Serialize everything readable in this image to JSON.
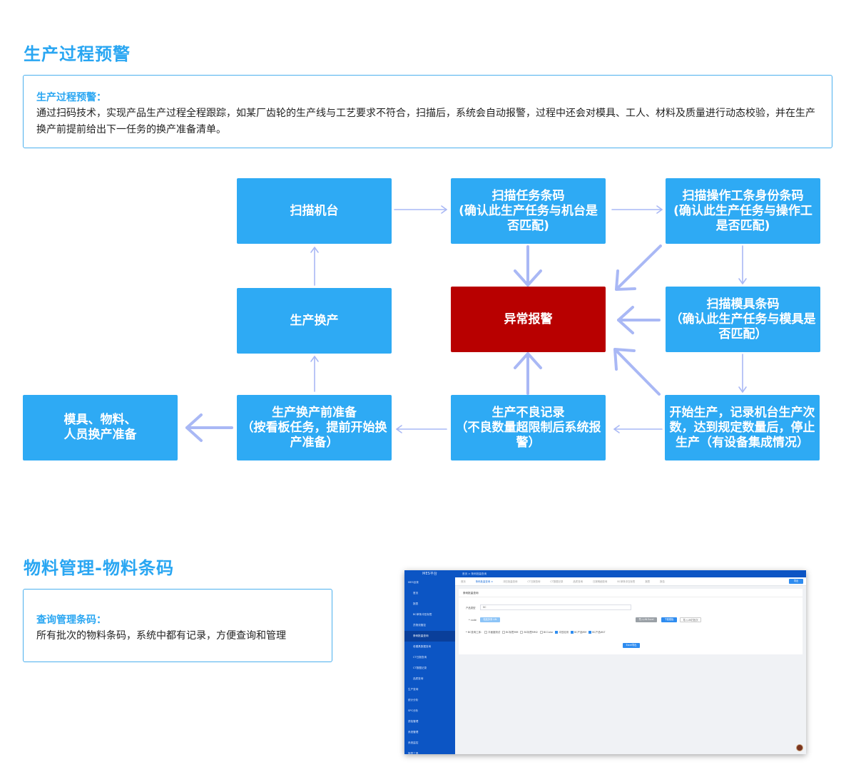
{
  "section1": {
    "title": "生产过程预警",
    "box_heading": "生产过程预警：",
    "box_text": "通过扫码技术，实现产品生产过程全程跟踪，如某厂齿轮的生产线与工艺要求不符合，扫描后，系统会自动报警，过程中还会对模具、工人、材料及质量进行动态校验，并在生产换产前提前给出下一任务的换产准备清单。"
  },
  "flow": {
    "scan_machine": "扫描机台",
    "scan_task": "扫描任务条码\n(确认此生产任务与机台是否匹配)",
    "scan_worker": "扫描操作工条身份条码\n(确认此生产任务与操作工是否匹配)",
    "alarm": "异常报警",
    "scan_mold": "扫描模具条码\n（确认此生产任务与模具是否匹配）",
    "changeover": "生产换产",
    "prep": "生产换产前准备\n（按看板任务，提前开始换产准备）",
    "defect": "生产不良记录\n（不良数量超限制后系统报警）",
    "start": "开始生产，记录机台生产次数，达到规定数量后，停止生产（有设备集成情况）",
    "mold_material": "模具、物料、\n人员换产准备",
    "colors": {
      "node": "#2eaaf4",
      "alarm": "#b80000",
      "arrow": "#a9b8f5"
    }
  },
  "section2": {
    "title": "物料管理-物料条码",
    "box_heading": "查询管理条码：",
    "box_text": "所有批次的物料条码，系统中都有记录，方便查询和管理"
  },
  "mes": {
    "logo": "MES平台",
    "side_items": [
      "MES目录",
      "首页",
      "报表",
      "BC单条冲压标签",
      "员物流管控",
      "条码批量查询",
      "老模具数据查询",
      "CT日报查询",
      "CT数据记录",
      "品质查询",
      "生产查询",
      "统计分析",
      "SPC分析",
      "质检管理",
      "系统管理",
      "系统监控",
      "报表工具"
    ],
    "active_index": 5,
    "top_text": "首页  >  条码批量查询",
    "tabs": [
      "首页",
      "条码批量查询 ×",
      "冲压批量查询",
      "CT日报查询",
      "CT数据记录",
      "品质查询",
      "日报明细查询",
      "BC单条冲压标签",
      "报表",
      "报告"
    ],
    "current_tab": 1,
    "top_right_button": "导出",
    "panel_title": "条码批量查询",
    "product_label": "产品类型",
    "product_value": "SC",
    "code_label": "* code",
    "code_button": "粘贴多条 LIN",
    "btn_import": "导入LIN Excel",
    "btn_template": "下载模板",
    "btn_batch": "导入LIN打批次",
    "checks_label": "* BC查询工序:",
    "checks": [
      "平面度测试",
      "BC标签MM",
      "BC标签MM2",
      "BCColor",
      "冲压检测",
      "BC产品MM",
      "BC产品WLT"
    ],
    "search_button": "Excel导出"
  }
}
